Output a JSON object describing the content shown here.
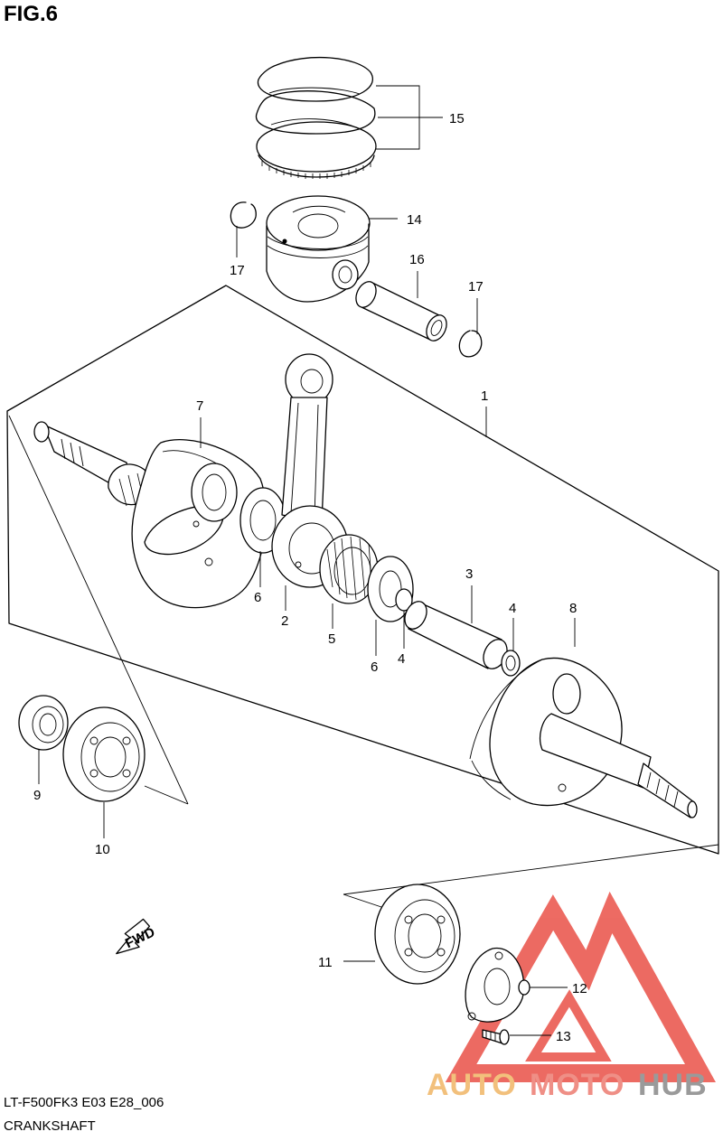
{
  "figure": {
    "title": "FIG.6",
    "model_code": "LT-F500FK3 E03 E28_006",
    "section_name": "CRANKSHAFT"
  },
  "fwd_arrow": {
    "text": "FWD"
  },
  "callouts": [
    {
      "id": "15",
      "text": "15"
    },
    {
      "id": "14",
      "text": "14"
    },
    {
      "id": "17a",
      "text": "17"
    },
    {
      "id": "16",
      "text": "16"
    },
    {
      "id": "17b",
      "text": "17"
    },
    {
      "id": "1",
      "text": "1"
    },
    {
      "id": "7",
      "text": "7"
    },
    {
      "id": "6a",
      "text": "6"
    },
    {
      "id": "2",
      "text": "2"
    },
    {
      "id": "5",
      "text": "5"
    },
    {
      "id": "6b",
      "text": "6"
    },
    {
      "id": "4a",
      "text": "4"
    },
    {
      "id": "3",
      "text": "3"
    },
    {
      "id": "4b",
      "text": "4"
    },
    {
      "id": "8",
      "text": "8"
    },
    {
      "id": "9",
      "text": "9"
    },
    {
      "id": "10",
      "text": "10"
    },
    {
      "id": "11",
      "text": "11"
    },
    {
      "id": "12",
      "text": "12"
    },
    {
      "id": "13",
      "text": "13"
    }
  ],
  "watermark": {
    "part1": "AUTO",
    "part2": "MOTO",
    "part3": "HUB",
    "color_1": "#f2c07c",
    "color_2": "#ef8f86",
    "color_3": "#9a9a9a",
    "triangle_color": "#e8463c"
  }
}
